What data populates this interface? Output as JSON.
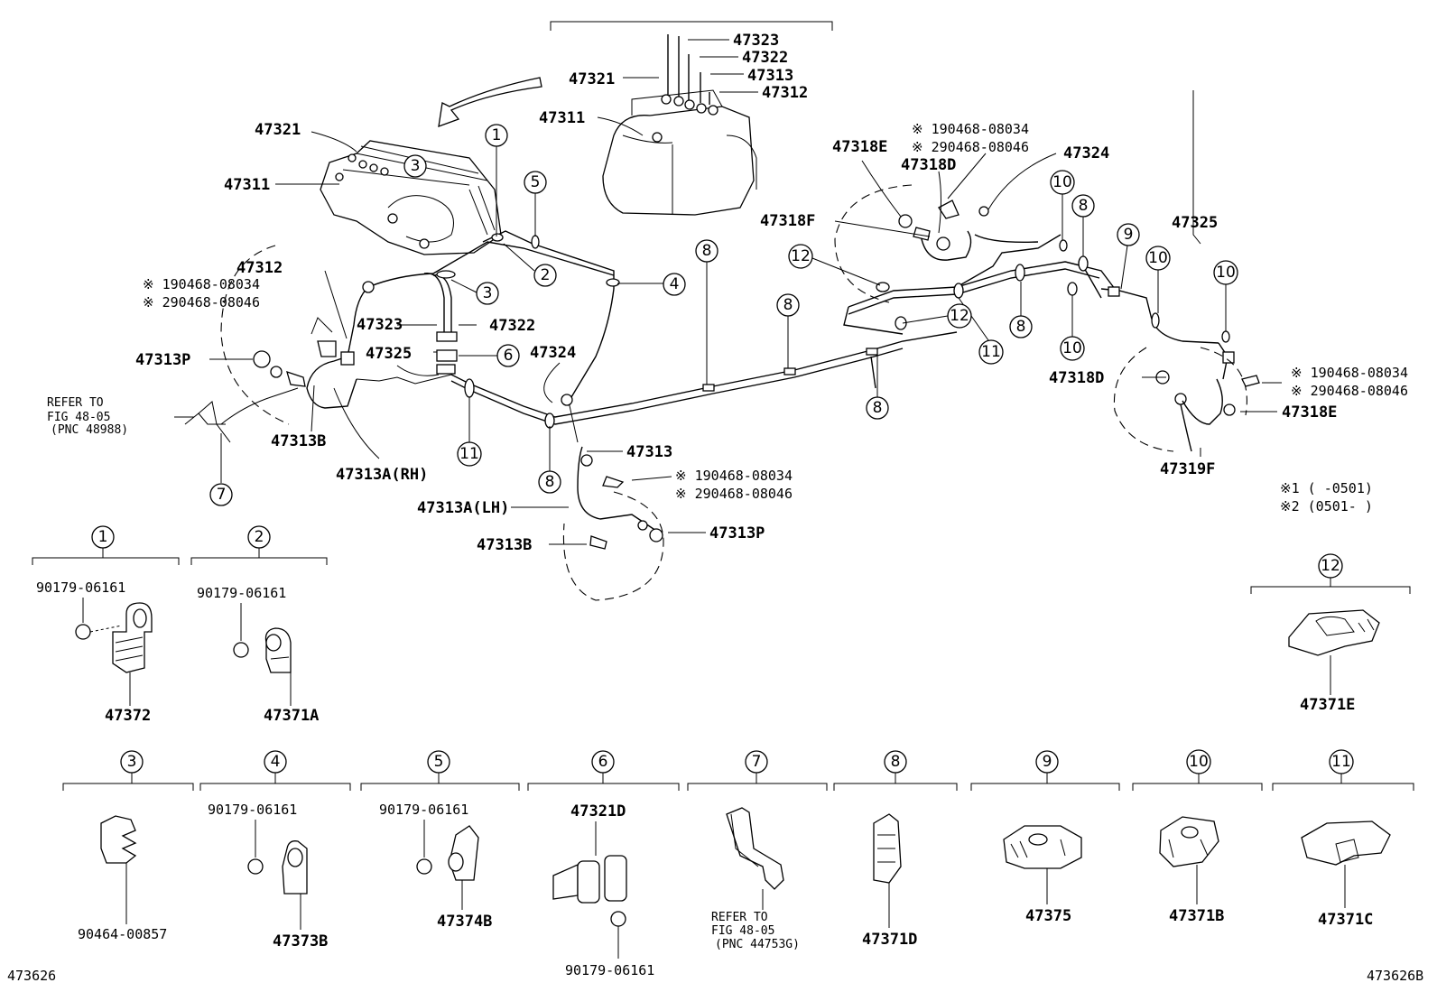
{
  "callouts_top": [
    {
      "id": "c_47323",
      "text": "47323"
    },
    {
      "id": "c_47322",
      "text": "47322"
    },
    {
      "id": "c_47321_a",
      "text": "47321"
    },
    {
      "id": "c_47313_a",
      "text": "47313"
    },
    {
      "id": "c_47312_a",
      "text": "47312"
    },
    {
      "id": "c_47311_a",
      "text": "47311"
    },
    {
      "id": "c_47321_b",
      "text": "47321"
    },
    {
      "id": "c_47311_b",
      "text": "47311"
    },
    {
      "id": "c_47312_b",
      "text": "47312"
    },
    {
      "id": "c_47323_b",
      "text": "47323"
    },
    {
      "id": "c_47322_b",
      "text": "47322"
    },
    {
      "id": "c_47325_b",
      "text": "47325"
    },
    {
      "id": "c_47324_b",
      "text": "47324"
    },
    {
      "id": "c_47313p_l",
      "text": "47313P"
    },
    {
      "id": "c_47313b_l",
      "text": "47313B"
    },
    {
      "id": "c_47313a_rh",
      "text": "47313A(RH)"
    },
    {
      "id": "c_47313_m",
      "text": "47313"
    },
    {
      "id": "c_47313a_lh",
      "text": "47313A(LH)"
    },
    {
      "id": "c_47313b_m",
      "text": "47313B"
    },
    {
      "id": "c_47313p_m",
      "text": "47313P"
    },
    {
      "id": "c_47318e_a",
      "text": "47318E"
    },
    {
      "id": "c_47318d_a",
      "text": "47318D"
    },
    {
      "id": "c_47324_r",
      "text": "47324"
    },
    {
      "id": "c_47318f",
      "text": "47318F"
    },
    {
      "id": "c_47325_r",
      "text": "47325"
    },
    {
      "id": "c_47318d_b",
      "text": "47318D"
    },
    {
      "id": "c_47318e_b",
      "text": "47318E"
    },
    {
      "id": "c_47319f",
      "text": "47319F"
    }
  ],
  "notes": {
    "ast1": "※1",
    "ast2": "※2",
    "note1_a": "※ 190468-08034",
    "note2_a": "※ 290468-08046",
    "note1_b": "※ 190468-08034",
    "note2_b": "※ 290468-08046",
    "note1_c": "※ 190468-08034",
    "note2_c": "※ 290468-08046",
    "note1_d": "※ 190468-08034",
    "note2_d": "※ 290468-08046",
    "legend1": "※1  (      -0501)",
    "legend2": "※2  (0501-      )",
    "ref1_l1": "REFER TO",
    "ref1_l2": "FIG 48-05",
    "ref1_l3": "(PNC 48988)",
    "ref2_l1": "REFER TO",
    "ref2_l2": "FIG 48-05",
    "ref2_l3": "(PNC 44753G)",
    "fig_left": "473626",
    "fig_right": "473626B"
  },
  "circled_numbers": [
    "1",
    "2",
    "3",
    "4",
    "5",
    "6",
    "7",
    "8",
    "9",
    "10",
    "11",
    "12"
  ],
  "detail_boxes": [
    {
      "num": "1",
      "parts": [
        "90179-06161",
        "47372"
      ]
    },
    {
      "num": "2",
      "parts": [
        "90179-06161",
        "47371A"
      ]
    },
    {
      "num": "12",
      "parts": [
        "47371E"
      ]
    },
    {
      "num": "3",
      "parts": [
        "90464-00857"
      ]
    },
    {
      "num": "4",
      "parts": [
        "90179-06161",
        "47373B"
      ]
    },
    {
      "num": "5",
      "parts": [
        "90179-06161",
        "47374B"
      ]
    },
    {
      "num": "6",
      "parts": [
        "47321D",
        "90179-06161"
      ]
    },
    {
      "num": "7",
      "parts": []
    },
    {
      "num": "8",
      "parts": [
        "47371D"
      ]
    },
    {
      "num": "9",
      "parts": [
        "47375"
      ]
    },
    {
      "num": "10",
      "parts": [
        "47371B"
      ]
    },
    {
      "num": "11",
      "parts": [
        "47371C"
      ]
    }
  ]
}
